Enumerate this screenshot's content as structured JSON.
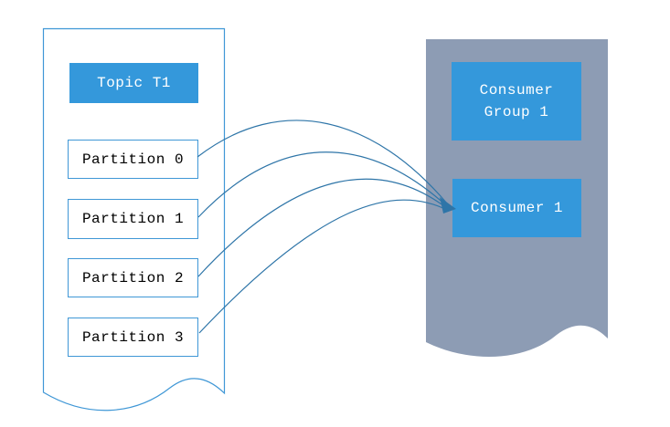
{
  "diagram": {
    "topic_panel": {
      "title": "Topic T1",
      "partitions": [
        "Partition 0",
        "Partition 1",
        "Partition 2",
        "Partition 3"
      ]
    },
    "consumer_panel": {
      "group_label": "Consumer Group 1",
      "consumer_label": "Consumer 1"
    },
    "connections": [
      {
        "from": "Partition 0",
        "to": "Consumer 1"
      },
      {
        "from": "Partition 1",
        "to": "Consumer 1"
      },
      {
        "from": "Partition 2",
        "to": "Consumer 1"
      },
      {
        "from": "Partition 3",
        "to": "Consumer 1"
      }
    ],
    "colors": {
      "accent_blue": "#3498db",
      "container_gray": "#8d9cb4",
      "border_blue": "#3f97d6",
      "arrow_blue": "#2e75a8",
      "text_on_blue": "#ffffff",
      "text_on_white": "#000000",
      "background": "#ffffff"
    }
  }
}
